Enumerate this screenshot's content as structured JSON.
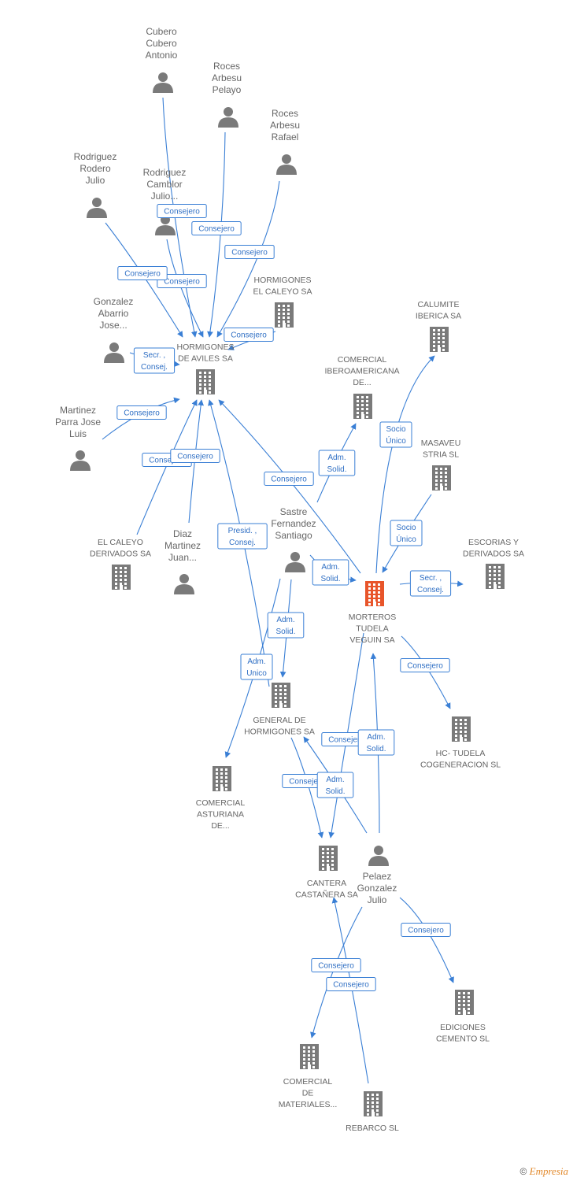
{
  "colors": {
    "edge": "#3a7fd5",
    "node": "#7a7a7a",
    "focus": "#e8552a",
    "label": "#666666"
  },
  "nodes": [
    {
      "id": "cubero",
      "type": "person",
      "lines": [
        "Cubero",
        "Cubero",
        "Antonio"
      ]
    },
    {
      "id": "roces_pelayo",
      "type": "person",
      "lines": [
        "Roces",
        "Arbesu",
        "Pelayo"
      ]
    },
    {
      "id": "roces_rafael",
      "type": "person",
      "lines": [
        "Roces",
        "Arbesu",
        "Rafael"
      ]
    },
    {
      "id": "rodriguez_rodero",
      "type": "person",
      "lines": [
        "Rodriguez",
        "Rodero",
        "Julio"
      ]
    },
    {
      "id": "rodriguez_camblor",
      "type": "person",
      "lines": [
        "Rodriguez",
        "Camblor",
        "Julio..."
      ]
    },
    {
      "id": "gonzalez",
      "type": "person",
      "lines": [
        "Gonzalez",
        "Abarrio",
        "Jose..."
      ]
    },
    {
      "id": "martinez",
      "type": "person",
      "lines": [
        "Martinez",
        "Parra Jose",
        "Luis"
      ]
    },
    {
      "id": "diaz",
      "type": "person",
      "lines": [
        "Diaz",
        "Martinez",
        "Juan..."
      ]
    },
    {
      "id": "sastre",
      "type": "person",
      "lines": [
        "Sastre",
        "Fernandez",
        "Santiago"
      ]
    },
    {
      "id": "pelaez",
      "type": "person",
      "lines": [
        "Pelaez",
        "Gonzalez",
        "Julio"
      ]
    },
    {
      "id": "hormigones_caleyo",
      "type": "company",
      "lines": [
        "HORMIGONES",
        "EL CALEYO SA"
      ]
    },
    {
      "id": "hormigones_aviles",
      "type": "company",
      "lines": [
        "HORMIGONES",
        "DE AVILES SA"
      ]
    },
    {
      "id": "calumite",
      "type": "company",
      "lines": [
        "CALUMITE",
        "IBERICA SA"
      ]
    },
    {
      "id": "comercial_ibero",
      "type": "company",
      "lines": [
        "COMERCIAL",
        "IBEROAMERICANA",
        "DE..."
      ]
    },
    {
      "id": "masaveu",
      "type": "company",
      "lines": [
        "MASAVEU",
        "STRIA SL"
      ]
    },
    {
      "id": "el_caleyo_derivados",
      "type": "company",
      "lines": [
        "EL CALEYO",
        "DERIVADOS SA"
      ]
    },
    {
      "id": "escorias",
      "type": "company",
      "lines": [
        "ESCORIAS Y",
        "DERIVADOS SA"
      ]
    },
    {
      "id": "morteros",
      "type": "focus",
      "lines": [
        "MORTEROS",
        "TUDELA",
        "VEGUIN SA"
      ]
    },
    {
      "id": "general_hormigones",
      "type": "company",
      "lines": [
        "GENERAL DE",
        "HORMIGONES SA"
      ]
    },
    {
      "id": "hc_tudela",
      "type": "company",
      "lines": [
        "HC-  TUDELA",
        "COGENERACION SL"
      ]
    },
    {
      "id": "comercial_asturiana",
      "type": "company",
      "lines": [
        "COMERCIAL",
        "ASTURIANA",
        "DE..."
      ]
    },
    {
      "id": "cantera",
      "type": "company",
      "lines": [
        "CANTERA",
        "CASTAÑERA SA"
      ]
    },
    {
      "id": "ediciones",
      "type": "company",
      "lines": [
        "EDICIONES",
        "CEMENTO SL"
      ]
    },
    {
      "id": "comercial_materiales",
      "type": "company",
      "lines": [
        "COMERCIAL",
        "DE",
        "MATERIALES..."
      ]
    },
    {
      "id": "rebarco",
      "type": "company",
      "lines": [
        "REBARCO SL"
      ]
    }
  ],
  "edges": [
    {
      "from": "cubero",
      "to": "hormigones_aviles",
      "label": [
        "Consejero"
      ]
    },
    {
      "from": "roces_pelayo",
      "to": "hormigones_aviles",
      "label": [
        "Consejero"
      ]
    },
    {
      "from": "roces_rafael",
      "to": "hormigones_aviles",
      "label": [
        "Consejero"
      ]
    },
    {
      "from": "rodriguez_camblor",
      "to": "hormigones_aviles",
      "label": [
        "Consejero"
      ]
    },
    {
      "from": "rodriguez_rodero",
      "to": "hormigones_aviles",
      "label": [
        "Consejero"
      ]
    },
    {
      "from": "hormigones_caleyo",
      "to": "hormigones_aviles",
      "label": [
        "Consejero"
      ]
    },
    {
      "from": "gonzalez",
      "to": "hormigones_aviles",
      "label": [
        "Secr. ,",
        "Consej."
      ]
    },
    {
      "from": "martinez",
      "to": "hormigones_aviles",
      "label": [
        "Consejero"
      ]
    },
    {
      "from": "el_caleyo_derivados",
      "to": "hormigones_aviles",
      "label": [
        "Consejero"
      ]
    },
    {
      "from": "diaz",
      "to": "hormigones_aviles",
      "label": [
        "Consejero"
      ]
    },
    {
      "from": "morteros",
      "to": "hormigones_aviles",
      "label": [
        "Consejero"
      ]
    },
    {
      "from": "general_hormigones",
      "to": "hormigones_aviles",
      "label": [
        "Presid. ,",
        "Consej."
      ]
    },
    {
      "from": "sastre",
      "to": "comercial_ibero",
      "label": [
        "Adm.",
        "Solid."
      ]
    },
    {
      "from": "morteros",
      "to": "calumite",
      "label": [
        "Socio",
        "Único"
      ]
    },
    {
      "from": "masaveu",
      "to": "morteros",
      "label": [
        "Socio",
        "Único"
      ]
    },
    {
      "from": "sastre",
      "to": "morteros",
      "label": [
        "Adm.",
        "Solid."
      ]
    },
    {
      "from": "morteros",
      "to": "escorias",
      "label": [
        "Secr. ,",
        "Consej."
      ]
    },
    {
      "from": "sastre",
      "to": "general_hormigones",
      "label": [
        "Adm.",
        "Solid."
      ]
    },
    {
      "from": "sastre",
      "to": "comercial_asturiana",
      "label": [
        "Adm.",
        "Unico"
      ]
    },
    {
      "from": "morteros",
      "to": "hc_tudela",
      "label": [
        "Consejero"
      ]
    },
    {
      "from": "morteros",
      "to": "cantera",
      "label": [
        "Consejero"
      ]
    },
    {
      "from": "pelaez",
      "to": "morteros",
      "label": [
        "Adm.",
        "Solid."
      ]
    },
    {
      "from": "general_hormigones",
      "to": "cantera",
      "label": [
        "Consejero"
      ]
    },
    {
      "from": "pelaez",
      "to": "general_hormigones",
      "label": [
        "Adm.",
        "Solid."
      ]
    },
    {
      "from": "pelaez",
      "to": "ediciones",
      "label": [
        "Consejero"
      ]
    },
    {
      "from": "pelaez",
      "to": "comercial_materiales",
      "label": [
        "Consejero"
      ]
    },
    {
      "from": "rebarco",
      "to": "cantera",
      "label": [
        "Consejero"
      ]
    }
  ],
  "credits": {
    "symbol": "©",
    "brand": "Empresia"
  }
}
